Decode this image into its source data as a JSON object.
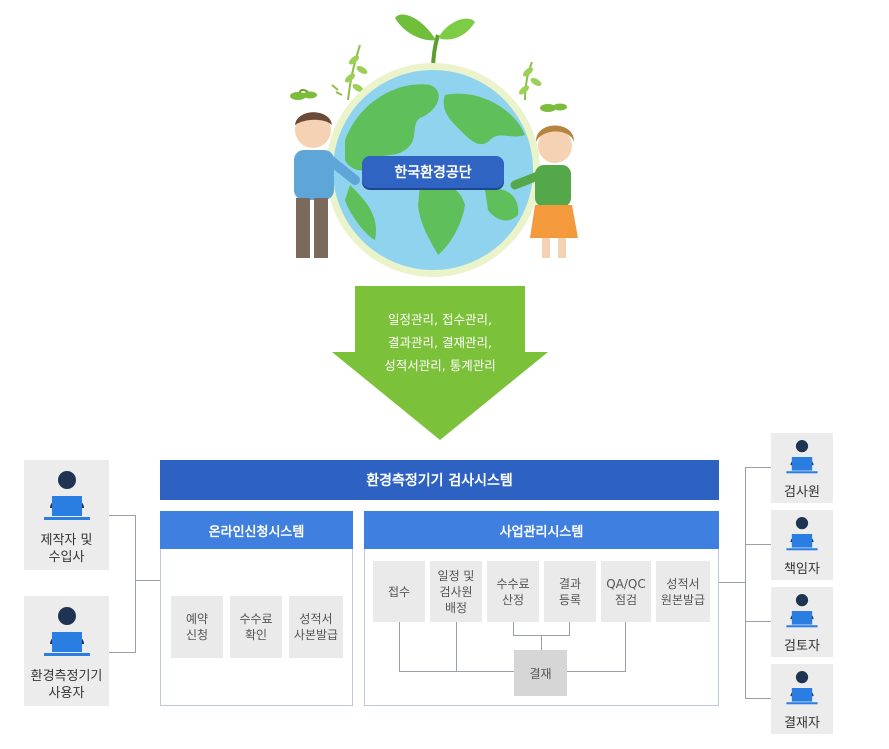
{
  "hero": {
    "org_badge": "한국환경공단"
  },
  "arrow": {
    "lines": [
      "일정관리, 접수관리,",
      "결과관리, 결재관리,",
      "성적서관리, 통계관리"
    ]
  },
  "system": {
    "title": "환경측정기기 검사시스템",
    "online": {
      "title": "온라인신청시스템",
      "items": [
        "예약\n신청",
        "수수료\n확인",
        "성적서\n사본발급"
      ]
    },
    "business": {
      "title": "사업관리시스템",
      "items": [
        "접수",
        "일정 및\n검사원\n배정",
        "수수료\n산정",
        "결과\n등록",
        "QA/QC\n점검",
        "성적서\n원본발급"
      ],
      "approval": "결재"
    }
  },
  "left_users": [
    {
      "label": "제작자 및\n수입사"
    },
    {
      "label": "환경측정기기\n사용자"
    }
  ],
  "right_users": [
    {
      "label": "검사원"
    },
    {
      "label": "책임자"
    },
    {
      "label": "검토자"
    },
    {
      "label": "결재자"
    }
  ],
  "colors": {
    "header_blue": "#2d62c2",
    "sub_blue": "#3f7fe0",
    "arrow_green": "#7cc13a",
    "badge_blue": "#2f64c2",
    "monitor_blue": "#2a7de1"
  }
}
